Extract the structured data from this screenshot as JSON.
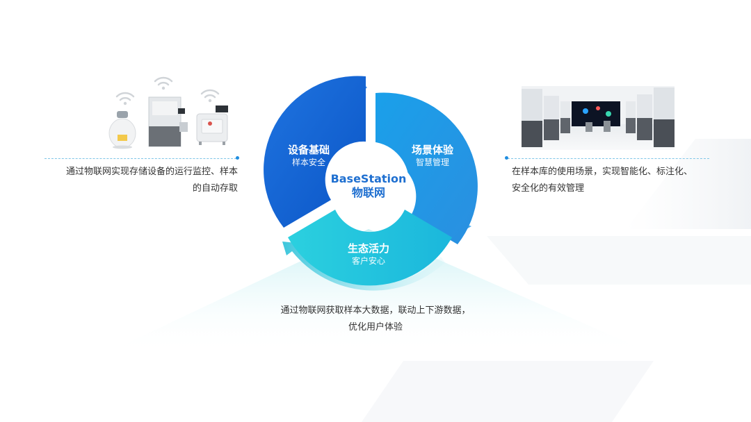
{
  "center": {
    "title": "BaseStation",
    "subtitle": "物联网"
  },
  "segments": [
    {
      "title": "设备基础",
      "subtitle": "样本安全"
    },
    {
      "title": "场景体验",
      "subtitle": "智慧管理"
    },
    {
      "title": "生态活力",
      "subtitle": "客户安心"
    }
  ],
  "descriptions": {
    "left": [
      "通过物联网实现存储设备的运行监控、样本",
      "的自动存取"
    ],
    "right": [
      "在样本库的使用场景，实现智能化、标注化、",
      "安全化的有效管理"
    ],
    "bottom": [
      "通过物联网获取样本大数据，联动上下游数据，",
      "优化用户体验"
    ]
  },
  "colors": {
    "segment_left": "#1565d8",
    "segment_right": "#1a9fe6",
    "segment_bottom": "#28c5da",
    "center_text": "#1e6fd0",
    "dot": "#1f8de0"
  },
  "icons": [
    "wifi-icon",
    "liquid-nitrogen-tank-icon",
    "storage-freezer-icon",
    "sample-storage-unit-icon",
    "biobank-scene-image"
  ]
}
